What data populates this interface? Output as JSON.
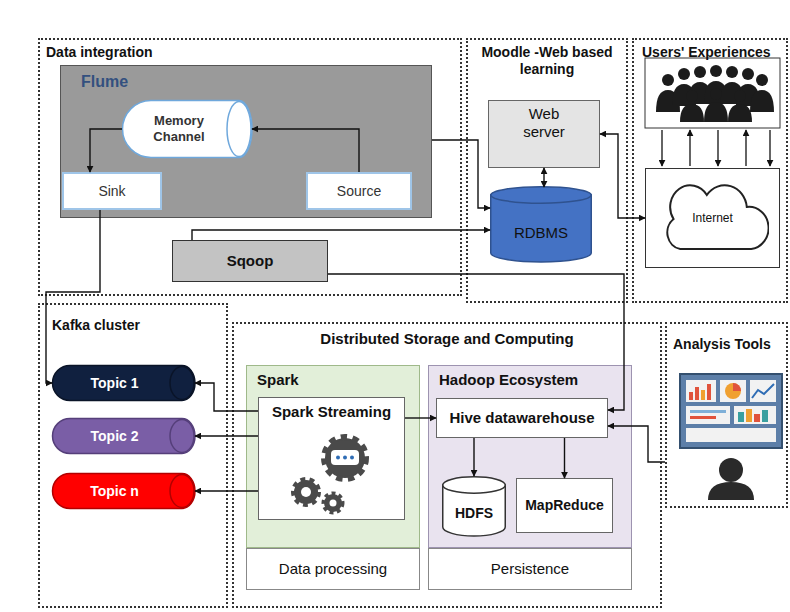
{
  "diagram": {
    "nodes": [
      {
        "text": [
          "Data integration"
        ]
      },
      {
        "text": [
          "Flume"
        ],
        "in": 0
      },
      {
        "text": [
          "Memory Channel"
        ],
        "in": 1
      },
      {
        "text": [
          "Sink"
        ],
        "in": 1
      },
      {
        "text": [
          "Source"
        ],
        "in": 1
      },
      {
        "text": [
          "Sqoop"
        ],
        "in": 0
      },
      {
        "text": [
          "Moodle -Web based learning"
        ]
      },
      {
        "text": [
          "Web server"
        ],
        "in": 6
      },
      {
        "text": [
          "RDBMS"
        ],
        "in": 6
      },
      {
        "text": [
          "Users' Experiences"
        ]
      },
      {
        "text": [
          "Internet"
        ],
        "in": 9
      },
      {
        "text": [
          "Kafka cluster"
        ]
      },
      {
        "text": [
          "Topic 1"
        ],
        "in": 11
      },
      {
        "text": [
          "Topic 2"
        ],
        "in": 11
      },
      {
        "text": [
          "Topic n"
        ],
        "in": 11
      },
      {
        "text": [
          "Distributed Storage and Computing"
        ]
      },
      {
        "text": [
          "Spark"
        ],
        "in": 15
      },
      {
        "text": [
          "Spark Streaming"
        ],
        "in": 16
      },
      {
        "text": [
          "Hadoop Ecosystem"
        ],
        "in": 15
      },
      {
        "text": [
          "Hive datawarehouse"
        ],
        "in": 18
      },
      {
        "text": [
          "HDFS"
        ],
        "in": 18
      },
      {
        "text": [
          "MapReduce"
        ],
        "in": 18
      },
      {
        "text": [
          "Data processing"
        ],
        "in": 15
      },
      {
        "text": [
          "Persistence"
        ],
        "in": 15
      },
      {
        "text": [
          "Analysis Tools"
        ]
      }
    ],
    "edges": [
      {
        "from": 2,
        "to": 3,
        "arrow": "to"
      },
      {
        "from": 4,
        "to": 2,
        "arrow": "to"
      },
      {
        "from": 3,
        "to": 12,
        "arrow": "to"
      },
      {
        "from": 1,
        "to": 8,
        "arrow": "to"
      },
      {
        "from": 5,
        "to": 8,
        "arrow": "to"
      },
      {
        "from": 5,
        "to": 19,
        "arrow": "to"
      },
      {
        "from": 7,
        "to": 8,
        "arrow": "both"
      },
      {
        "from": 7,
        "to": 10,
        "arrow": "both"
      },
      {
        "from": 17,
        "to": 12,
        "arrow": "to"
      },
      {
        "from": 17,
        "to": 13,
        "arrow": "to"
      },
      {
        "from": 17,
        "to": 14,
        "arrow": "to"
      },
      {
        "from": 17,
        "to": 19,
        "arrow": "to"
      },
      {
        "from": 19,
        "to": 20,
        "arrow": "to"
      },
      {
        "from": 19,
        "to": 21,
        "arrow": "to"
      },
      {
        "from": 24,
        "to": 19,
        "arrow": "to"
      }
    ]
  }
}
